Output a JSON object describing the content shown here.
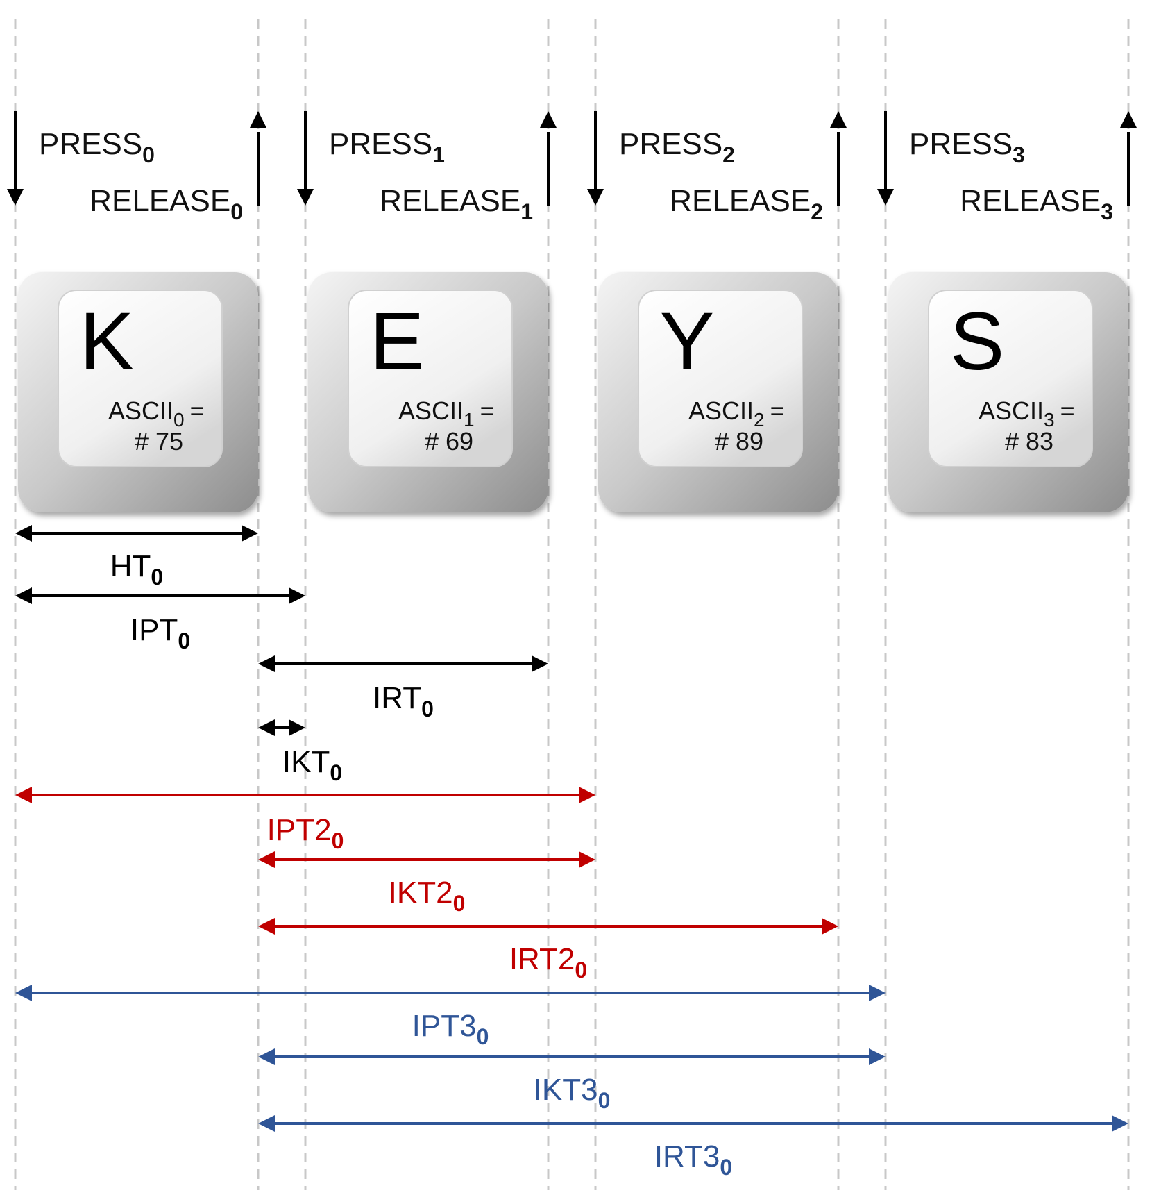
{
  "colors": {
    "black": "#000000",
    "red": "#c00000",
    "blue": "#2f5597",
    "dash": "#c8c8c8"
  },
  "events": [
    {
      "press": "PRESS",
      "release": "RELEASE",
      "index": "0"
    },
    {
      "press": "PRESS",
      "release": "RELEASE",
      "index": "1"
    },
    {
      "press": "PRESS",
      "release": "RELEASE",
      "index": "2"
    },
    {
      "press": "PRESS",
      "release": "RELEASE",
      "index": "3"
    }
  ],
  "keys": [
    {
      "letter": "K",
      "ascii_label": "ASCII",
      "index": "0",
      "eq": "=",
      "code": "# 75"
    },
    {
      "letter": "E",
      "ascii_label": "ASCII",
      "index": "1",
      "eq": "=",
      "code": "# 69"
    },
    {
      "letter": "Y",
      "ascii_label": "ASCII",
      "index": "2",
      "eq": "=",
      "code": "# 89"
    },
    {
      "letter": "S",
      "ascii_label": "ASCII",
      "index": "3",
      "eq": "=",
      "code": "# 83"
    }
  ],
  "measures": [
    {
      "name": "HT",
      "sub": "0",
      "color": "black"
    },
    {
      "name": "IPT",
      "sub": "0",
      "color": "black"
    },
    {
      "name": "IRT",
      "sub": "0",
      "color": "black"
    },
    {
      "name": "IKT",
      "sub": "0",
      "color": "black"
    },
    {
      "name": "IPT2",
      "sub": "0",
      "color": "red"
    },
    {
      "name": "IKT2",
      "sub": "0",
      "color": "red"
    },
    {
      "name": "IRT2",
      "sub": "0",
      "color": "red"
    },
    {
      "name": "IPT3",
      "sub": "0",
      "color": "blue"
    },
    {
      "name": "IKT3",
      "sub": "0",
      "color": "blue"
    },
    {
      "name": "IRT3",
      "sub": "0",
      "color": "blue"
    }
  ]
}
